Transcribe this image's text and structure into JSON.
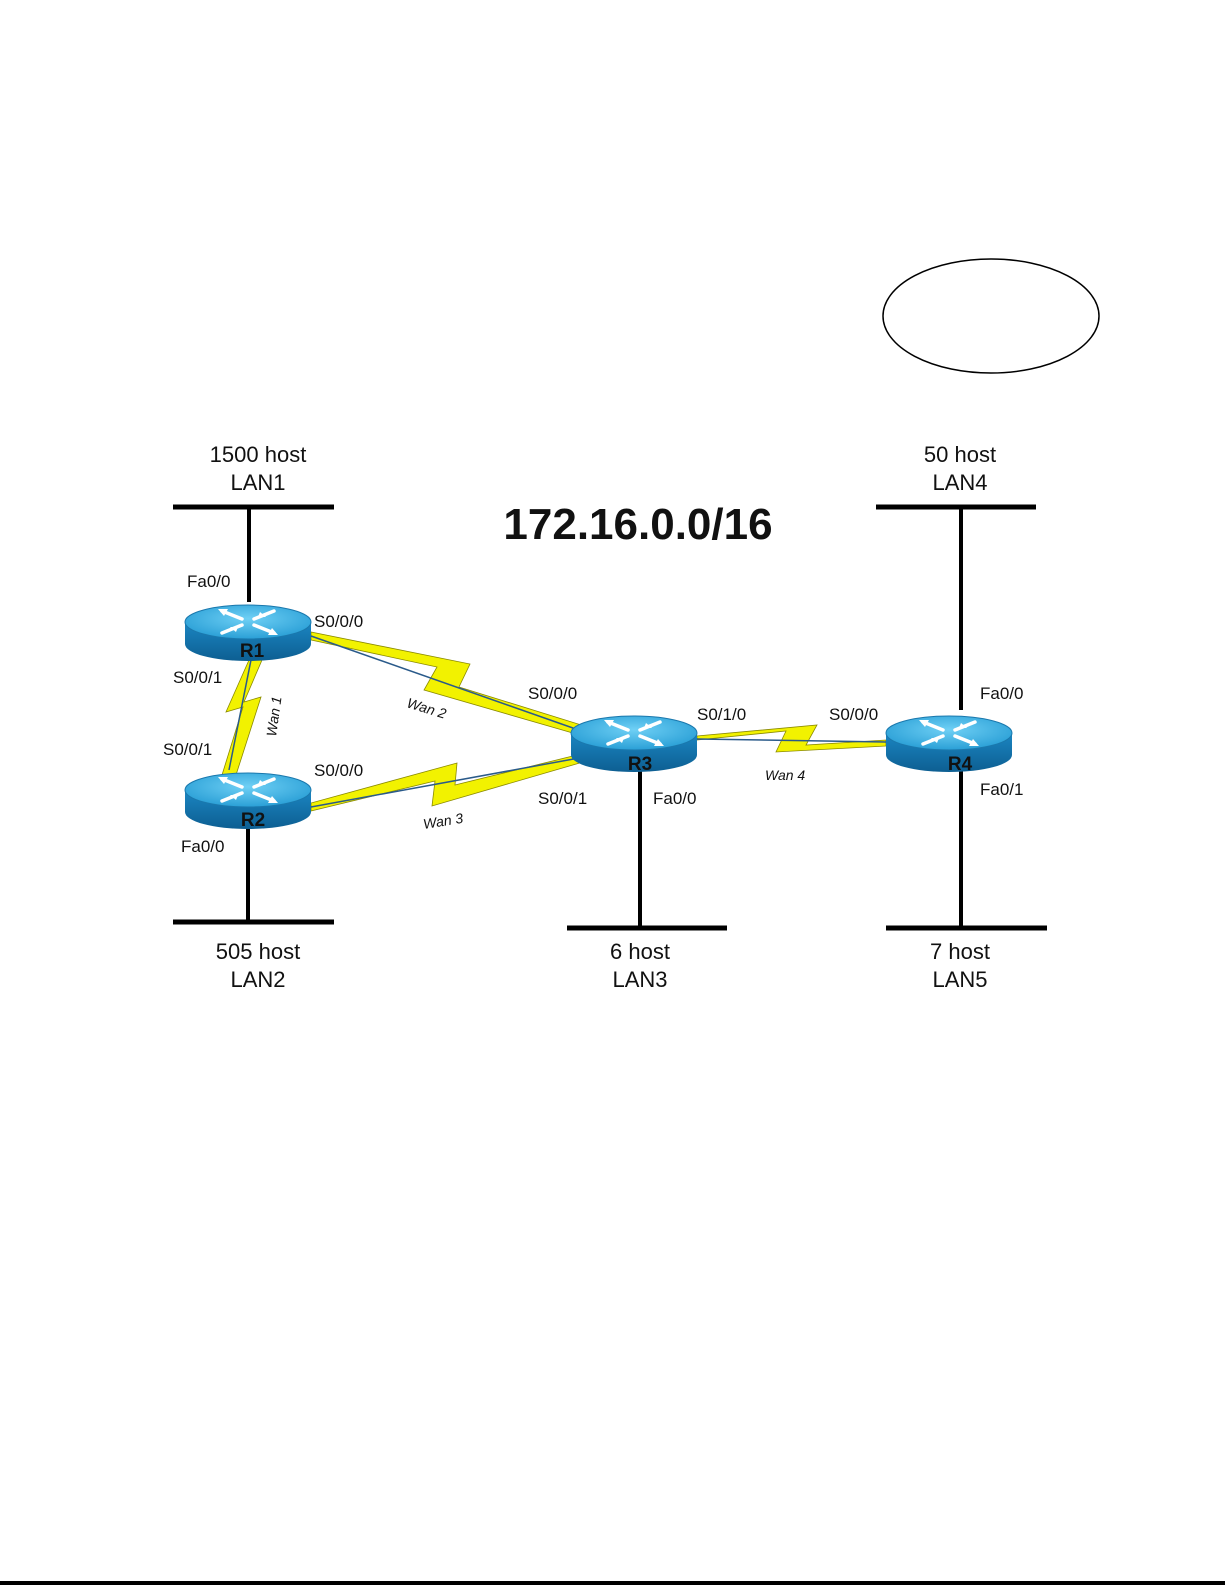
{
  "network": {
    "address": "172.16.0.0/16"
  },
  "lans": [
    {
      "id": "lan1",
      "hosts": "1500 host",
      "name": "LAN1"
    },
    {
      "id": "lan2",
      "hosts": "505 host",
      "name": "LAN2"
    },
    {
      "id": "lan3",
      "hosts": "6 host",
      "name": "LAN3"
    },
    {
      "id": "lan4",
      "hosts": "50 host",
      "name": "LAN4"
    },
    {
      "id": "lan5",
      "hosts": "7 host",
      "name": "LAN5"
    }
  ],
  "routers": [
    {
      "id": "r1",
      "name": "R1"
    },
    {
      "id": "r2",
      "name": "R2"
    },
    {
      "id": "r3",
      "name": "R3"
    },
    {
      "id": "r4",
      "name": "R4"
    }
  ],
  "wan_links": [
    {
      "id": "wan1",
      "label": "Wan 1"
    },
    {
      "id": "wan2",
      "label": "Wan 2"
    },
    {
      "id": "wan3",
      "label": "Wan 3"
    },
    {
      "id": "wan4",
      "label": "Wan 4"
    }
  ],
  "interfaces": {
    "r1_fa00": "Fa0/0",
    "r1_s000": "S0/0/0",
    "r1_s001": "S0/0/1",
    "r2_s001": "S0/0/1",
    "r2_s000": "S0/0/0",
    "r2_fa00": "Fa0/0",
    "r3_s000": "S0/0/0",
    "r3_s010": "S0/1/0",
    "r3_s001": "S0/0/1",
    "r3_fa00": "Fa0/0",
    "r4_s000": "S0/0/0",
    "r4_fa00": "Fa0/0",
    "r4_fa01": "Fa0/1"
  },
  "colors": {
    "router_top": "#3fb0e0",
    "router_body": "#1f7fb5",
    "serial_bolt": "#f2f200",
    "serial_line": "#2a5a8a",
    "lan_bus": "#000000"
  }
}
